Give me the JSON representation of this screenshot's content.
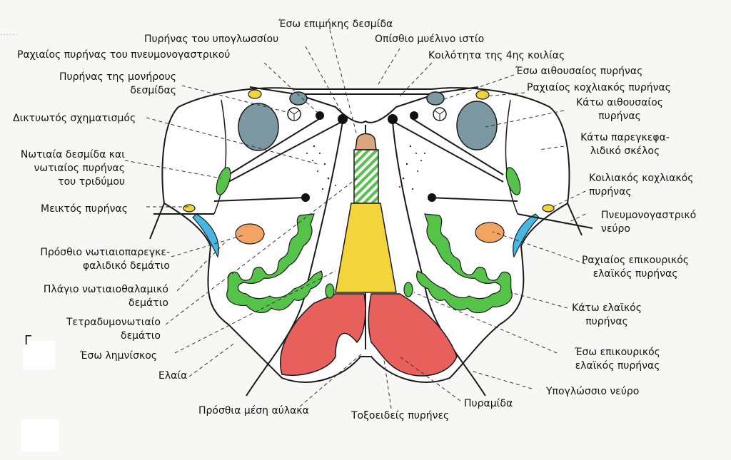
{
  "figure": {
    "labels": {
      "eso_epimikis": "Έσω επιμήκης δεσμίδα",
      "pyrinas_ypoglossiou": "Πυρήνας του υπογλωσσίου",
      "opisthio_myelino": "Οπίσθιο μυέλινο ιστίο",
      "rachiaios_pneumonogastrikou": "Ραχιαίος πυρήνας του πνευμονογαστρικού",
      "koilotita": "Κοιλότητα της 4ης κοιλίας",
      "monirous": "Πυρήνας της μονήρους\nδεσμίδας",
      "eso_aithousaios": "Έσω αιθουσαίος πυρήνας",
      "rachiaios_koxliakos": "Ραχιαίος κοχλιακός πυρήνας",
      "kato_aithousaios": "Κάτω αιθουσαίος\nπυρήνας",
      "diktyotos": "Δικτυωτός σχηματισμός",
      "kato_paregkefalidiko": "Κάτω παρεγκεφα-\nλιδικό σκέλος",
      "notiaia_desmida": "Νωτιαία δεσμίδα και\nνωτιαίος πυρήνας\nτου τριδύμου",
      "koiliakos_koxliakos": "Κοιλιακός κοχλιακός\nπυρήνας",
      "meiktos": "Μεικτός πυρήνας",
      "pneumonogastriko_neuro": "Πνευμονογαστρικό\nνεύρο",
      "prosthio_notiaioparegk": "Πρόσθιο νωτιαιοπαρεγκε-\nφαλιδικό δεμάτιο",
      "rachiaios_epikourikos": "Ραχιαίος επικουρικός\nελαϊκός πυρήνας",
      "plagio_notiaiothalamiko": "Πλάγιο νωτιαιοθαλαμικό\nδεμάτιο",
      "kato_elaikos": "Κάτω ελαϊκός\nπυρήνας",
      "tetradymonotiaio": "Τετραδυμονωτιαίο\nδεμάτιο",
      "eso_lymniskos": "Έσω λημνίσκος",
      "eso_epikourikos": "Έσω επικουρικός\nελαϊκός πυρήνας",
      "elaia": "Ελαία",
      "ypoglossio_neuro": "Υπογλώσσιο νεύρο",
      "pyramida": "Πυραμίδα",
      "prosthia_mesi_aulaka": "Πρόσθια μέση αύλακα",
      "toxoeideis": "Τοξοειδείς πυρήνες",
      "gamma_marker": "Γ"
    },
    "colors": {
      "outline": "#1a1a1a",
      "vestibular": "#7b98a3",
      "green": "#55c24a",
      "yellow": "#f3d43a",
      "orange": "#f2a463",
      "tan": "#d9a77f",
      "red": "#e8605c",
      "blue": "#46b6e3",
      "label_line": "#333333"
    }
  }
}
